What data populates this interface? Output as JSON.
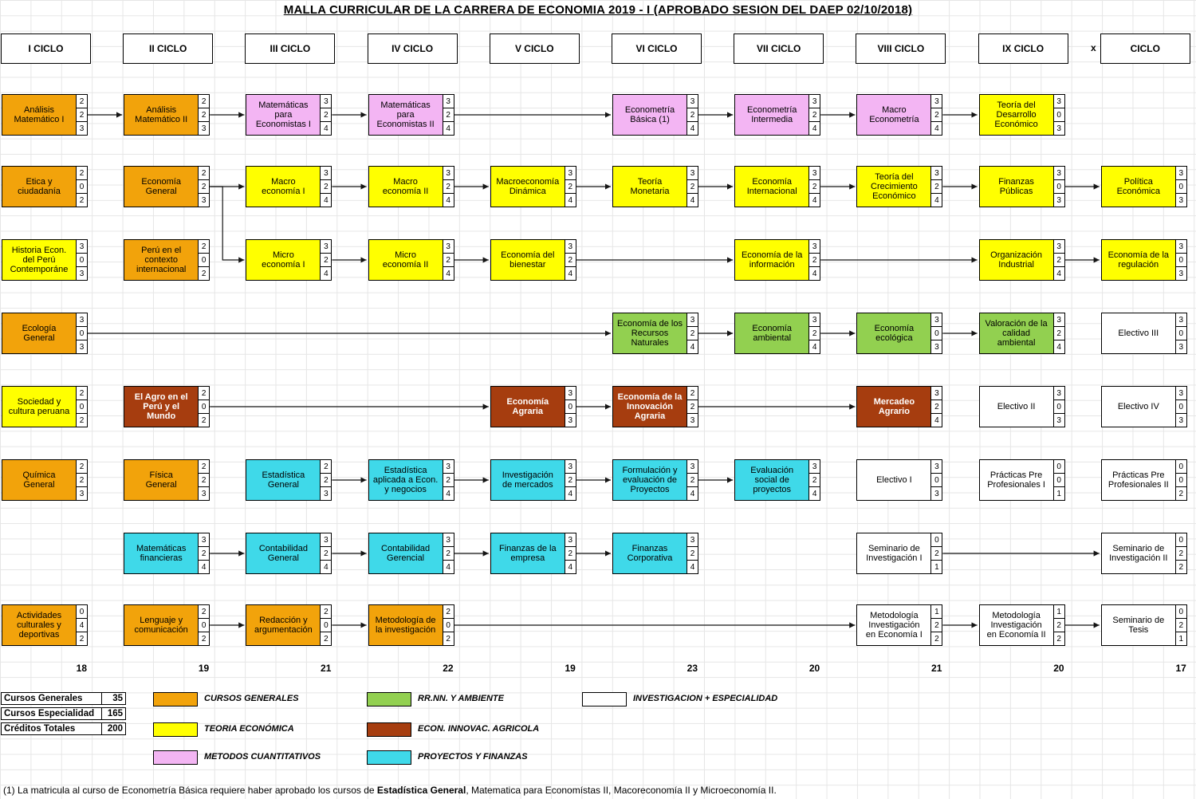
{
  "title": "MALLA CURRICULAR DE LA CARRERA DE ECONOMIA 2019 - I  (APROBADO SESION DEL DAEP 02/10/2018)",
  "x_marker": "x",
  "cycles": [
    "I CICLO",
    "II CICLO",
    "III CICLO",
    "IV CICLO",
    "V CICLO",
    "VI CICLO",
    "VII CICLO",
    "VIII CICLO",
    "IX CICLO",
    "CICLO"
  ],
  "totals": [
    "18",
    "19",
    "21",
    "22",
    "19",
    "23",
    "20",
    "21",
    "20",
    "17"
  ],
  "categories": {
    "general": {
      "label": "CURSOS GENERALES",
      "color": "#F2A30B"
    },
    "teoria": {
      "label": "TEORIA ECONÓMICA",
      "color": "#FFFF00"
    },
    "metodos": {
      "label": "METODOS CUANTITATIVOS",
      "color": "#F3B5F3"
    },
    "rrnn": {
      "label": "RR.NN. Y AMBIENTE",
      "color": "#92D050"
    },
    "agricola": {
      "label": "ECON. INNOVAC. AGRICOLA",
      "color": "#A63D0F"
    },
    "proyectos": {
      "label": "PROYECTOS Y FINANZAS",
      "color": "#3FD9E9"
    },
    "investigacion": {
      "label": "INVESTIGACION + ESPECIALIDAD",
      "color": "#FFFFFF"
    }
  },
  "legend_columns": [
    [
      "general",
      "teoria",
      "metodos"
    ],
    [
      "rrnn",
      "agricola",
      "proyectos"
    ],
    [
      "investigacion"
    ]
  ],
  "summary": [
    {
      "label": "Cursos Generales",
      "value": "35"
    },
    {
      "label": "Cursos Especialidad",
      "value": "165"
    },
    {
      "label": "Créditos Totales",
      "value": "200"
    }
  ],
  "footnote": {
    "pre": "(1) La matricula al curso de Econometría Básica requiere haber aprobado los cursos de ",
    "bold": "Estadística General",
    "post": ", Matematica para Economístas II, Macoreconomía II y Microeconomía II."
  },
  "courses": [
    {
      "id": "am1",
      "name": "Análisis\nMatemático I",
      "col": 0,
      "row": 0,
      "cat": "general",
      "credits": [
        "2",
        "2",
        "3"
      ]
    },
    {
      "id": "etic",
      "name": "Etica y\nciudadanía",
      "col": 0,
      "row": 1,
      "cat": "general",
      "credits": [
        "2",
        "0",
        "2"
      ]
    },
    {
      "id": "hist",
      "name": "Historia Econ.\ndel Perú\nContemporáne",
      "col": 0,
      "row": 2,
      "cat": "teoria",
      "credits": [
        "3",
        "0",
        "3"
      ]
    },
    {
      "id": "ecol",
      "name": "Ecología\nGeneral",
      "col": 0,
      "row": 3,
      "cat": "general",
      "credits": [
        "3",
        "0",
        "3"
      ]
    },
    {
      "id": "soci",
      "name": "Sociedad y\ncultura peruana",
      "col": 0,
      "row": 4,
      "cat": "teoria",
      "credits": [
        "2",
        "0",
        "2"
      ]
    },
    {
      "id": "quim",
      "name": "Química\nGeneral",
      "col": 0,
      "row": 5,
      "cat": "general",
      "credits": [
        "2",
        "2",
        "3"
      ]
    },
    {
      "id": "acti",
      "name": "Actividades\nculturales y\ndeportivas",
      "col": 0,
      "row": 7,
      "cat": "general",
      "credits": [
        "0",
        "4",
        "2"
      ]
    },
    {
      "id": "am2",
      "name": "Análisis\nMatemático II",
      "col": 1,
      "row": 0,
      "cat": "general",
      "credits": [
        "2",
        "2",
        "3"
      ]
    },
    {
      "id": "egen",
      "name": "Economía\nGeneral",
      "col": 1,
      "row": 1,
      "cat": "general",
      "credits": [
        "2",
        "2",
        "3"
      ]
    },
    {
      "id": "peru",
      "name": "Perú en el\ncontexto\ninternacional",
      "col": 1,
      "row": 2,
      "cat": "general",
      "credits": [
        "2",
        "0",
        "2"
      ]
    },
    {
      "id": "agro",
      "name": "El Agro en el\nPerú y el\nMundo",
      "col": 1,
      "row": 4,
      "cat": "agricola",
      "credits": [
        "2",
        "0",
        "2"
      ]
    },
    {
      "id": "fisi",
      "name": "Física\nGeneral",
      "col": 1,
      "row": 5,
      "cat": "general",
      "credits": [
        "2",
        "2",
        "3"
      ]
    },
    {
      "id": "mfin",
      "name": "Matemáticas\nfinancieras",
      "col": 1,
      "row": 6,
      "cat": "proyectos",
      "credits": [
        "3",
        "2",
        "4"
      ]
    },
    {
      "id": "leng",
      "name": "Lenguaje y\ncomunicación",
      "col": 1,
      "row": 7,
      "cat": "general",
      "credits": [
        "2",
        "0",
        "2"
      ]
    },
    {
      "id": "mpe1",
      "name": "Matemáticas\npara\nEconomistas I",
      "col": 2,
      "row": 0,
      "cat": "metodos",
      "credits": [
        "3",
        "2",
        "4"
      ]
    },
    {
      "id": "mac1",
      "name": "Macro\neconomía I",
      "col": 2,
      "row": 1,
      "cat": "teoria",
      "credits": [
        "3",
        "2",
        "4"
      ]
    },
    {
      "id": "mic1",
      "name": "Micro\neconomía I",
      "col": 2,
      "row": 2,
      "cat": "teoria",
      "credits": [
        "3",
        "2",
        "4"
      ]
    },
    {
      "id": "estg",
      "name": "Estadística\nGeneral",
      "col": 2,
      "row": 5,
      "cat": "proyectos",
      "credits": [
        "2",
        "2",
        "3"
      ]
    },
    {
      "id": "cgen",
      "name": "Contabilidad\nGeneral",
      "col": 2,
      "row": 6,
      "cat": "proyectos",
      "credits": [
        "3",
        "2",
        "4"
      ]
    },
    {
      "id": "reda",
      "name": "Redacción y\nargumentación",
      "col": 2,
      "row": 7,
      "cat": "general",
      "credits": [
        "2",
        "0",
        "2"
      ]
    },
    {
      "id": "mpe2",
      "name": "Matemáticas\npara\nEconomistas II",
      "col": 3,
      "row": 0,
      "cat": "metodos",
      "credits": [
        "3",
        "2",
        "4"
      ]
    },
    {
      "id": "mac2",
      "name": "Macro\neconomía II",
      "col": 3,
      "row": 1,
      "cat": "teoria",
      "credits": [
        "3",
        "2",
        "4"
      ]
    },
    {
      "id": "mic2",
      "name": "Micro\neconomía II",
      "col": 3,
      "row": 2,
      "cat": "teoria",
      "credits": [
        "3",
        "2",
        "4"
      ]
    },
    {
      "id": "estap",
      "name": "Estadística\naplicada a Econ.\ny negocios",
      "col": 3,
      "row": 5,
      "cat": "proyectos",
      "credits": [
        "3",
        "2",
        "4"
      ]
    },
    {
      "id": "cger",
      "name": "Contabilidad\nGerencial",
      "col": 3,
      "row": 6,
      "cat": "proyectos",
      "credits": [
        "3",
        "2",
        "4"
      ]
    },
    {
      "id": "meto",
      "name": "Metodología de\nla investigación",
      "col": 3,
      "row": 7,
      "cat": "general",
      "credits": [
        "2",
        "0",
        "2"
      ]
    },
    {
      "id": "mdin",
      "name": "Macroeconomía\nDinámica",
      "col": 4,
      "row": 1,
      "cat": "teoria",
      "credits": [
        "3",
        "2",
        "4"
      ]
    },
    {
      "id": "bien",
      "name": "Economía del\nbienestar",
      "col": 4,
      "row": 2,
      "cat": "teoria",
      "credits": [
        "3",
        "2",
        "4"
      ]
    },
    {
      "id": "eagr",
      "name": "Economía\nAgraria",
      "col": 4,
      "row": 4,
      "cat": "agricola",
      "credits": [
        "3",
        "0",
        "3"
      ]
    },
    {
      "id": "imer",
      "name": "Investigación\nde mercados",
      "col": 4,
      "row": 5,
      "cat": "proyectos",
      "credits": [
        "3",
        "2",
        "4"
      ]
    },
    {
      "id": "femp",
      "name": "Finanzas de la\nempresa",
      "col": 4,
      "row": 6,
      "cat": "proyectos",
      "credits": [
        "3",
        "2",
        "4"
      ]
    },
    {
      "id": "ecb",
      "name": "Econometría\nBásica (1)",
      "col": 5,
      "row": 0,
      "cat": "metodos",
      "credits": [
        "3",
        "2",
        "4"
      ]
    },
    {
      "id": "tmon",
      "name": "Teoría\nMonetaria",
      "col": 5,
      "row": 1,
      "cat": "teoria",
      "credits": [
        "3",
        "2",
        "4"
      ]
    },
    {
      "id": "recn",
      "name": "Economía de los\nRecursos\nNaturales",
      "col": 5,
      "row": 3,
      "cat": "rrnn",
      "credits": [
        "3",
        "2",
        "4"
      ]
    },
    {
      "id": "einn",
      "name": "Economía de la\nInnovación\nAgraria",
      "col": 5,
      "row": 4,
      "cat": "agricola",
      "credits": [
        "2",
        "2",
        "3"
      ]
    },
    {
      "id": "form",
      "name": "Formulación y\nevaluación de\nProyectos",
      "col": 5,
      "row": 5,
      "cat": "proyectos",
      "credits": [
        "3",
        "2",
        "4"
      ]
    },
    {
      "id": "fcor",
      "name": "Finanzas\nCorporativa",
      "col": 5,
      "row": 6,
      "cat": "proyectos",
      "credits": [
        "3",
        "2",
        "4"
      ]
    },
    {
      "id": "ecint",
      "name": "Econometría\nIntermedia",
      "col": 6,
      "row": 0,
      "cat": "metodos",
      "credits": [
        "3",
        "2",
        "4"
      ]
    },
    {
      "id": "eint",
      "name": "Economía\nInternacional",
      "col": 6,
      "row": 1,
      "cat": "teoria",
      "credits": [
        "3",
        "2",
        "4"
      ]
    },
    {
      "id": "einf",
      "name": "Economía de la\ninformación",
      "col": 6,
      "row": 2,
      "cat": "teoria",
      "credits": [
        "3",
        "2",
        "4"
      ]
    },
    {
      "id": "eamb",
      "name": "Economía\nambiental",
      "col": 6,
      "row": 3,
      "cat": "rrnn",
      "credits": [
        "3",
        "2",
        "4"
      ]
    },
    {
      "id": "evas",
      "name": "Evaluación\nsocial de\nproyectos",
      "col": 6,
      "row": 5,
      "cat": "proyectos",
      "credits": [
        "3",
        "2",
        "4"
      ]
    },
    {
      "id": "mecon",
      "name": "Macro\nEconometría",
      "col": 7,
      "row": 0,
      "cat": "metodos",
      "credits": [
        "3",
        "2",
        "4"
      ]
    },
    {
      "id": "tcre",
      "name": "Teoría del\nCrecimiento\nEconómico",
      "col": 7,
      "row": 1,
      "cat": "teoria",
      "credits": [
        "3",
        "2",
        "4"
      ]
    },
    {
      "id": "eeco",
      "name": "Economía\necológica",
      "col": 7,
      "row": 3,
      "cat": "rrnn",
      "credits": [
        "3",
        "0",
        "3"
      ]
    },
    {
      "id": "merc",
      "name": "Mercadeo\nAgrario",
      "col": 7,
      "row": 4,
      "cat": "agricola",
      "credits": [
        "3",
        "2",
        "4"
      ]
    },
    {
      "id": "el1",
      "name": "Electivo I",
      "col": 7,
      "row": 5,
      "cat": "investigacion",
      "credits": [
        "3",
        "0",
        "3"
      ]
    },
    {
      "id": "sem1",
      "name": "Seminario de\nInvestigación I",
      "col": 7,
      "row": 6,
      "cat": "investigacion",
      "credits": [
        "0",
        "2",
        "1"
      ]
    },
    {
      "id": "mie1",
      "name": "Metodología\nInvestigación\nen Economía I",
      "col": 7,
      "row": 7,
      "cat": "investigacion",
      "credits": [
        "1",
        "2",
        "2"
      ]
    },
    {
      "id": "tdes",
      "name": "Teoría del\nDesarrollo\nEconómico",
      "col": 8,
      "row": 0,
      "cat": "teoria",
      "credits": [
        "3",
        "0",
        "3"
      ]
    },
    {
      "id": "fpub",
      "name": "Finanzas\nPúblicas",
      "col": 8,
      "row": 1,
      "cat": "teoria",
      "credits": [
        "3",
        "0",
        "3"
      ]
    },
    {
      "id": "oind",
      "name": "Organización\nIndustrial",
      "col": 8,
      "row": 2,
      "cat": "teoria",
      "credits": [
        "3",
        "2",
        "4"
      ]
    },
    {
      "id": "vcal",
      "name": "Valoración de la\ncalidad\nambiental",
      "col": 8,
      "row": 3,
      "cat": "rrnn",
      "credits": [
        "3",
        "2",
        "4"
      ]
    },
    {
      "id": "el2",
      "name": "Electivo II",
      "col": 8,
      "row": 4,
      "cat": "investigacion",
      "credits": [
        "3",
        "0",
        "3"
      ]
    },
    {
      "id": "ppp1",
      "name": "Prácticas Pre\nProfesionales I",
      "col": 8,
      "row": 5,
      "cat": "investigacion",
      "credits": [
        "0",
        "0",
        "1"
      ]
    },
    {
      "id": "mie2",
      "name": "Metodología\nInvestigación\nen Economía II",
      "col": 8,
      "row": 7,
      "cat": "investigacion",
      "credits": [
        "1",
        "2",
        "2"
      ]
    },
    {
      "id": "pole",
      "name": "Política\nEconómica",
      "col": 9,
      "row": 1,
      "cat": "teoria",
      "credits": [
        "3",
        "0",
        "3"
      ]
    },
    {
      "id": "ereg",
      "name": "Economía de la\nregulación",
      "col": 9,
      "row": 2,
      "cat": "teoria",
      "credits": [
        "3",
        "0",
        "3"
      ]
    },
    {
      "id": "el3",
      "name": "Electivo III",
      "col": 9,
      "row": 3,
      "cat": "investigacion",
      "credits": [
        "3",
        "0",
        "3"
      ]
    },
    {
      "id": "el4",
      "name": "Electivo IV",
      "col": 9,
      "row": 4,
      "cat": "investigacion",
      "credits": [
        "3",
        "0",
        "3"
      ]
    },
    {
      "id": "ppp2",
      "name": "Prácticas Pre\nProfesionales II",
      "col": 9,
      "row": 5,
      "cat": "investigacion",
      "credits": [
        "0",
        "0",
        "2"
      ]
    },
    {
      "id": "sem2",
      "name": "Seminario de\nInvestigación II",
      "col": 9,
      "row": 6,
      "cat": "investigacion",
      "credits": [
        "0",
        "2",
        "2"
      ]
    },
    {
      "id": "stes",
      "name": "Seminario de\nTesis",
      "col": 9,
      "row": 7,
      "cat": "investigacion",
      "credits": [
        "0",
        "2",
        "1"
      ]
    }
  ],
  "links": [
    [
      "am1",
      "am2"
    ],
    [
      "am2",
      "mpe1"
    ],
    [
      "mpe1",
      "mpe2"
    ],
    [
      "mpe2",
      "ecb"
    ],
    [
      "ecb",
      "ecint"
    ],
    [
      "ecint",
      "mecon"
    ],
    [
      "mecon",
      "tdes"
    ],
    [
      "egen",
      "mac1"
    ],
    [
      "egen",
      "mic1"
    ],
    [
      "mac1",
      "mac2"
    ],
    [
      "mac2",
      "mdin"
    ],
    [
      "mdin",
      "tmon"
    ],
    [
      "tmon",
      "eint"
    ],
    [
      "eint",
      "tcre"
    ],
    [
      "tcre",
      "fpub"
    ],
    [
      "fpub",
      "pole"
    ],
    [
      "mic1",
      "mic2"
    ],
    [
      "mic2",
      "bien"
    ],
    [
      "bien",
      "einf"
    ],
    [
      "einf",
      "oind"
    ],
    [
      "oind",
      "ereg"
    ],
    [
      "ecol",
      "recn"
    ],
    [
      "recn",
      "eamb"
    ],
    [
      "eamb",
      "eeco"
    ],
    [
      "eeco",
      "vcal"
    ],
    [
      "agro",
      "eagr"
    ],
    [
      "eagr",
      "einn"
    ],
    [
      "einn",
      "merc"
    ],
    [
      "estg",
      "estap"
    ],
    [
      "estap",
      "imer"
    ],
    [
      "imer",
      "form"
    ],
    [
      "form",
      "evas"
    ],
    [
      "mfin",
      "cgen"
    ],
    [
      "cgen",
      "cger"
    ],
    [
      "cger",
      "femp"
    ],
    [
      "femp",
      "fcor"
    ],
    [
      "leng",
      "reda"
    ],
    [
      "reda",
      "meto"
    ],
    [
      "meto",
      "mie1"
    ],
    [
      "mie1",
      "mie2"
    ],
    [
      "mie2",
      "stes"
    ],
    [
      "sem1",
      "sem2"
    ]
  ]
}
